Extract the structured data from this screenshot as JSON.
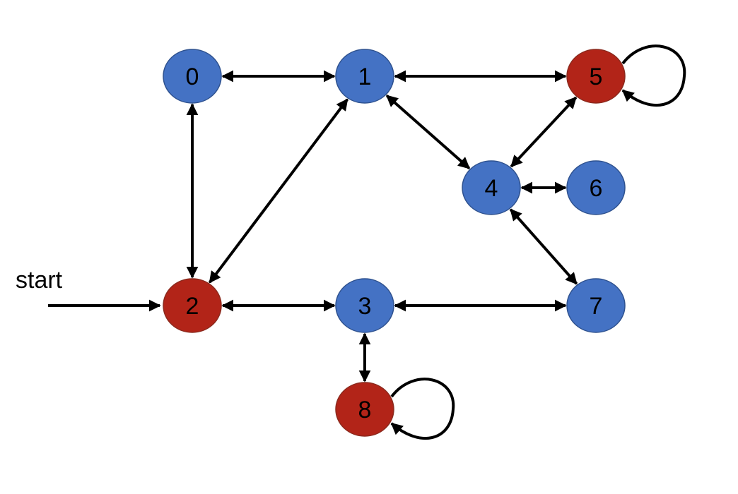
{
  "diagram": {
    "start_label": "start",
    "start_target": "2",
    "colors": {
      "normal": "#4472c4",
      "normal_stroke": "#2f528f",
      "accepting": "#b22418",
      "accepting_stroke": "#8b2a1e",
      "edge": "#000000"
    },
    "nodes": [
      {
        "id": "0",
        "label": "0",
        "accepting": false
      },
      {
        "id": "1",
        "label": "1",
        "accepting": false
      },
      {
        "id": "2",
        "label": "2",
        "accepting": true
      },
      {
        "id": "3",
        "label": "3",
        "accepting": false
      },
      {
        "id": "4",
        "label": "4",
        "accepting": false
      },
      {
        "id": "5",
        "label": "5",
        "accepting": true
      },
      {
        "id": "6",
        "label": "6",
        "accepting": false
      },
      {
        "id": "7",
        "label": "7",
        "accepting": false
      },
      {
        "id": "8",
        "label": "8",
        "accepting": true
      }
    ],
    "edges": [
      {
        "from": "0",
        "to": "1",
        "bidirectional": true
      },
      {
        "from": "1",
        "to": "5",
        "bidirectional": true
      },
      {
        "from": "0",
        "to": "2",
        "bidirectional": true
      },
      {
        "from": "1",
        "to": "2",
        "bidirectional": true
      },
      {
        "from": "1",
        "to": "4",
        "bidirectional": true
      },
      {
        "from": "5",
        "to": "4",
        "bidirectional": true
      },
      {
        "from": "4",
        "to": "6",
        "bidirectional": true
      },
      {
        "from": "4",
        "to": "7",
        "bidirectional": true
      },
      {
        "from": "2",
        "to": "3",
        "bidirectional": true
      },
      {
        "from": "3",
        "to": "7",
        "bidirectional": true
      },
      {
        "from": "3",
        "to": "8",
        "bidirectional": true
      }
    ],
    "self_loops": [
      "5",
      "8"
    ]
  }
}
